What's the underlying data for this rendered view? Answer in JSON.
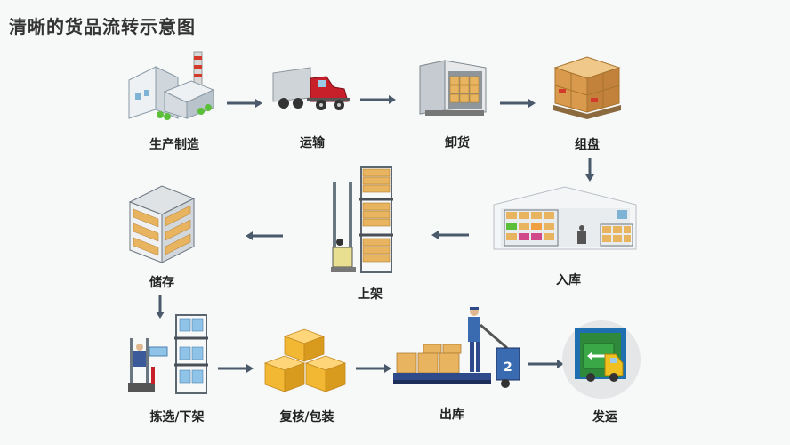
{
  "title": "清晰的货品流转示意图",
  "steps": [
    {
      "id": "production",
      "label": "生产制造",
      "icon": "factory-icon"
    },
    {
      "id": "transport",
      "label": "运输",
      "icon": "truck-icon"
    },
    {
      "id": "unloading",
      "label": "卸货",
      "icon": "unloading-container-icon"
    },
    {
      "id": "palletizing",
      "label": "组盘",
      "icon": "pallet-boxes-icon"
    },
    {
      "id": "inbound",
      "label": "入库",
      "icon": "warehouse-icon"
    },
    {
      "id": "shelving",
      "label": "上架",
      "icon": "forklift-rack-icon"
    },
    {
      "id": "storage",
      "label": "储存",
      "icon": "storage-rack-icon"
    },
    {
      "id": "picking",
      "label": "拣选/下架",
      "icon": "order-picker-icon"
    },
    {
      "id": "packing",
      "label": "复核/包装",
      "icon": "cartons-icon"
    },
    {
      "id": "outbound",
      "label": "出库",
      "icon": "pallet-jack-worker-icon"
    },
    {
      "id": "shipping",
      "label": "发运",
      "icon": "dispatch-truck-icon"
    }
  ],
  "colors": {
    "arrow": "#4a5a6a",
    "box": "#e8b460",
    "truck_cab": "#c8202a",
    "dock_green": "#3aa846"
  }
}
